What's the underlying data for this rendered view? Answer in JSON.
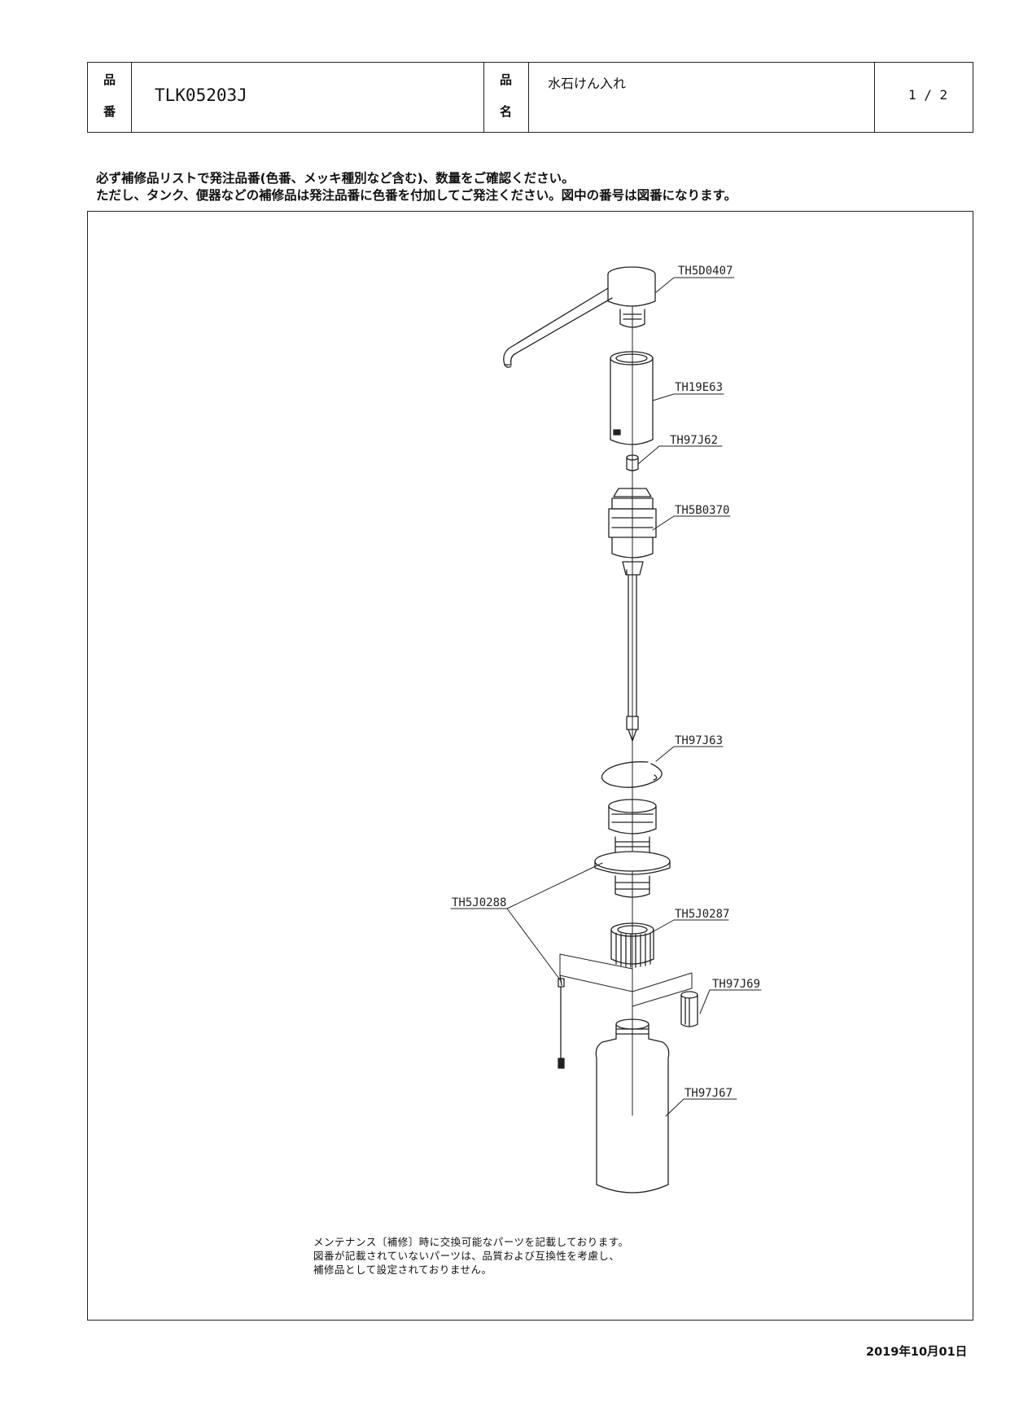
{
  "header": {
    "part_no_caption": [
      "品",
      "番"
    ],
    "part_no": "TLK05203J",
    "name_caption": [
      "品",
      "名"
    ],
    "name": "水石けん入れ",
    "page": "1 / 2"
  },
  "notice": [
    "必ず補修品リストで発注品番(色番、メッキ種別など含む)、数量をご確認ください。",
    "ただし、タンク、便器などの補修品は発注品番に色番を付加してご発注ください。図中の番号は図番になります。"
  ],
  "parts": [
    {
      "id": "TH5D0407"
    },
    {
      "id": "TH19E63"
    },
    {
      "id": "TH97J62"
    },
    {
      "id": "TH5B0370"
    },
    {
      "id": "TH97J63"
    },
    {
      "id": "TH5J0288"
    },
    {
      "id": "TH5J0287"
    },
    {
      "id": "TH97J69"
    },
    {
      "id": "TH97J67"
    }
  ],
  "maintenance_note": [
    "メンテナンス〔補修〕時に交換可能なパーツを記載しております。",
    "図番が記載されていないパーツは、品質および互換性を考慮し、",
    "補修品として設定されておりません。"
  ],
  "date": "2019年10月01日"
}
